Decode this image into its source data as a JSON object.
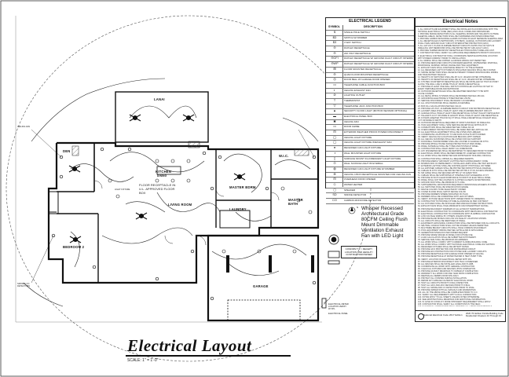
{
  "drawing": {
    "title": "Electrical Layout",
    "scale": "SCALE: 1\" = 1'-0\""
  },
  "rooms": {
    "lanai": "LANAI",
    "den": "DEN",
    "kitchen": "KITCHEN",
    "dining": "DINING",
    "master_bdrm": "MASTER BDRM.",
    "wic": "W.I.C.",
    "master_bath": "MASTER BATH",
    "laundry": "LAUNDRY",
    "living_room": "LIVING ROOM",
    "bedroom_2": "BEDROOM 2",
    "garage": "GARAGE"
  },
  "callouts": {
    "floor_receptacle": "FLOOR RECEPTACLE IN U.L. APPROVED FLOOR BOX",
    "fan_note": "Whisper Recessed Architectural Grade 80CFM Ceiling Flush Mount Dimmable Ventilation Exhaust Fan with LED Light",
    "confirm": "CONFIRM T.V. / RECEPT. LOCATION AND HEIGHT / CONTRACTOR/OWNER",
    "north": "N",
    "light_fixture": "LIGHT FIXTURE",
    "ceiling_fan": "CEILING FAN",
    "elec_meter": "ELECTRICAL METER LOCATION VERIFY W/ FPL",
    "panel": "ELECTRICAL PANEL",
    "smoke": "SMOKE / CO DETECTORS"
  },
  "legend": {
    "title": "ELECTRICAL LEGEND",
    "col_symbol": "SYMBOL",
    "col_description": "DESCRIPTION",
    "rows": [
      {
        "symbol": "$",
        "description": "SINGLE POLE SWITCH"
      },
      {
        "symbol": "$D",
        "description": "SWITCH W/ DIMMER"
      },
      {
        "symbol": "$3",
        "description": "3 WAY SWITCH"
      },
      {
        "symbol": "⊖",
        "description": "DUPLEX RECEPTACLE"
      },
      {
        "symbol": "⊖",
        "description": "220 VOLT RECEPTACLE"
      },
      {
        "symbol": "⊖GFI",
        "description": "DUPLEX RECEPTACLE W/ GROUND FAULT CIRCUIT INTERRUPTER"
      },
      {
        "symbol": "⊖WP",
        "description": "DUPLEX RECEPTACLE W/ GROUND FAULT CIRCUIT INTERRUPTER & WEATHER PROOF"
      },
      {
        "symbol": "⊞",
        "description": "FLOOR MOUNTED RECEPTACLE"
      },
      {
        "symbol": "⊖",
        "description": "QUAD FLOOR MOUNTED RECEPTACLE"
      },
      {
        "symbol": "◎",
        "description": "DOOR BELL W/ GARAGE DOOR OPENER"
      },
      {
        "symbol": "▭",
        "description": "TELEPHONE CABLE JUNCTION BOX"
      },
      {
        "symbol": "◐",
        "description": "CEILING EXHAUST FAN"
      },
      {
        "symbol": "⊘",
        "description": "LIGHTING OUTLET"
      },
      {
        "symbol": "T",
        "description": "THERMOSTAT"
      },
      {
        "symbol": "▽",
        "description": "TELEPHONE JACK JUNCTION BOX"
      },
      {
        "symbol": "▲",
        "description": "SECURITY FLOOD LIGHT (MOTION SENSOR OPTIONAL)"
      },
      {
        "symbol": "▬",
        "description": "ELECTRICAL PANEL BOX"
      },
      {
        "symbol": "✱",
        "description": "CEILING FAN"
      },
      {
        "symbol": "▭",
        "description": "DOOR CHIME"
      },
      {
        "symbol": "⊟",
        "description": "EXTERIOR WEATHER PROOF POWER DISCONNECT"
      },
      {
        "symbol": "◯",
        "description": "CEILING LIGHT FIXTURE"
      },
      {
        "symbol": "◯",
        "description": "CEILING LIGHT FIXTURE W/EXHAUST FAN"
      },
      {
        "symbol": "●",
        "description": "RECESSED CAN LIGHT FIXTURE"
      },
      {
        "symbol": "◑",
        "description": "WALL MOUNTED LIGHT FIXTURE"
      },
      {
        "symbol": "▯",
        "description": "SURFACE MOUNT FLUORESCENT LIGHT FIXTURE"
      },
      {
        "symbol": "⊙",
        "description": "WALL SCONCE LIGHT W/ EYEBALL"
      },
      {
        "symbol": "◍",
        "description": "RECESSED CAN LIGHT FIXTURE W/ DIMMER"
      },
      {
        "symbol": "⊕",
        "description": "CEILING 4 BOX RECEPTACLE MOUNTED FOR CEILING FAN"
      },
      {
        "symbol": "⊟",
        "description": "OVERHEAD DOOR OPENER"
      },
      {
        "symbol": "◇",
        "description": "WATER HEATER"
      },
      {
        "symbol": "▢",
        "description": "SPEAKER"
      },
      {
        "symbol": "SD",
        "description": "SMOKE DETECTOR"
      },
      {
        "symbol": "CO",
        "description": "CARBON MONOXIDE DETECTOR"
      },
      {
        "symbol": "",
        "description": ""
      }
    ]
  },
  "notes": {
    "title": "Electrical Notes",
    "footer_left": "National Electrical Code 2017 Edition",
    "footer_right": "2020 7th Edition Florida Building Code Residential Chapters 34 Through 43",
    "lines": [
      "1. ALL CIRCUITS AND EQUIPMENT SHALL BE INSTALLED IN ACCORDANCE WITH THE",
      "   NATIONAL ELECTRICAL CODE (NEC) AND LOCAL CODES AND ORDINANCES.",
      "2. PROVIDE SMOKE DETECTORS IN ALL SLEEPING ROOMS AND HALLWAYS OUTSIDE",
      "   SLEEPING AREAS. DETECTORS SHALL BE HARDWIRED AND INTERCONNECTED.",
      "3. PROVIDE CARBON MONOXIDE ALARMS OUTSIDE OF EACH SEPARATE SLEEPING AREA.",
      "4. ALL RECEPTACLES IN BATHROOMS, KITCHENS, GARAGE, OUTDOORS AND LAUNDRY",
      "   SHALL HAVE GROUND FAULT CIRCUIT INTERRUPTER PROTECTION (GFCI).",
      "5. ALL 120 VOLT, 15 AND 20 AMPERE BRANCH CIRCUITS SUPPLYING OUTLETS IN",
      "   DWELLING UNIT BEDROOMS SHALL BE PROTECTED BY ARC-FAULT (AFCI).",
      "6. PROVIDE TAMPER RESISTANT RECEPTACLES THROUGHOUT DWELLING UNIT.",
      "7. CONTRACTOR SHALL VERIFY ALL APPLIANCE REQUIREMENTS PRIOR TO ROUGH-IN.",
      "8. ELECTRICAL CONTRACTOR SHALL COORDINATE SERVICE ENTRANCE LOCATION",
      "   WITH POWER COMPANY PRIOR TO INSTALLATION.",
      "9. ALL WIRING SHALL BE COPPER. ALUMINUM WIRING NOT PERMITTED.",
      "10. PROVIDE DEDICATED CIRCUITS FOR REFRIGERATOR, DISHWASHER, DISPOSAL,",
      "    MICROWAVE, WASHER, DRYER, RANGE AND HVAC EQUIPMENT.",
      "11. EXHAUST FANS SHALL DISCHARGE DIRECTLY TO THE EXTERIOR.",
      "12. ALL RECESSED LIGHT FIXTURES IN INSULATED CEILINGS SHALL BE IC RATED.",
      "13. SMOKE DETECTORS SHALL RECEIVE PRIMARY POWER FROM BUILDING WIRING",
      "    AND HAVE BATTERY BACKUP.",
      "14. HEIGHTS OF SWITCHES SHALL BE 48\" A.F.F. UNLESS NOTED OTHERWISE.",
      "15. HEIGHTS OF RECEPTACLES SHALL BE 12\" A.F.F. UNLESS NOTED OTHERWISE.",
      "16. KITCHEN COUNTERTOP RECEPTACLES SHALL BE INSTALLED SO THAT NO POINT",
      "    ALONG THE WALL LINE IS MORE THAN 24\" FROM A RECEPTACLE.",
      "17. PROVIDE AT LEAST ONE WALL SWITCH CONTROLLED LIGHTING OUTLET IN",
      "    EVERY HABITABLE ROOM AND BATHROOM.",
      "18. OUTDOOR RECEPTACLES SHALL BE WEATHER RESISTANT TYPE WITH",
      "    IN-USE COVERS.",
      "19. ALL METAL PIPING SYSTEMS SHALL BE BONDED PER NEC 250.104.",
      "20. GROUNDING ELECTRODE SYSTEM PER NEC 250.50.",
      "21. SERVICE DISCONNECT SHALL BE READILY ACCESSIBLE.",
      "22. ALL JUNCTION BOXES SHALL REMAIN ACCESSIBLE.",
      "23. BOX FILL CALCULATIONS PER NEC 314.16.",
      "24. PROVIDE 125 VOLT, 20 AMPERE BRANCH CIRCUIT FOR BATHROOM RECEPTACLES.",
      "25. LAUNDRY AREA SHALL HAVE AT LEAST ONE 20 AMPERE BRANCH CIRCUIT.",
      "26. GARAGE SHALL HAVE AT LEAST ONE RECEPTACLE OUTLET IN EACH VEHICLE BAY.",
      "27. HALLWAYS 10 FT OR MORE IN LENGTH SHALL HAVE AT LEAST ONE RECEPTACLE.",
      "28. FOYERS GREATER THAN 60 SQ FT SHALL HAVE A RECEPTACLE ON EACH WALL",
      "    3 FT OR MORE IN WIDTH.",
      "29. OUTDOOR RECEPTACLE REQUIRED AT FRONT AND BACK OF DWELLING.",
      "30. HVAC EQUIPMENT SHALL HAVE SERVICE RECEPTACLE WITHIN 25 FT.",
      "31. CONDUCTORS SHALL BE SIZED PER NEC TABLE 310.16.",
      "32. OVERCURRENT PROTECTION SHALL BE SIZED PER NEC ARTICLE 240.",
      "33. ALL ELECTRICAL EQUIPMENT SHALL BE LISTED AND LABELED.",
      "34. COORDINATE LOCATIONS OF TV AND DATA OUTLETS WITH OWNER.",
      "35. VERIFY CEILING FAN LOCATIONS AND BRACING WITH OWNER.",
      "36. ALL CEILING FAN BOXES SHALL BE LISTED FOR FAN SUPPORT.",
      "37. DOOR BELL TRANSFORMER SHALL BE LOCATED IN GARAGE OR ATTIC.",
      "38. PROVIDE WHOLE HOUSE SURGE PROTECTION AT MAIN PANEL.",
      "39. PANEL SCHEDULE SHALL BE TYPED AND POSTED AT PANEL.",
      "40. CONTRACTOR SHALL FIELD VERIFY ALL DIMENSIONS.",
      "41. ANY DISCREPANCIES SHALL BE REPORTED TO DESIGNER PRIOR TO WORK.",
      "42. ELECTRICAL WORK SHALL BE PERFORMED BY LICENSED CONTRACTOR.",
      "43. ALL WORK SHALL BE INSPECTED AND APPROVED BY BUILDING OFFICIAL.",
      "44. CONTRACTOR SHALL OBTAIN ALL REQUIRED PERMITS.",
      "45. PROVIDE ENERGY EFFICIENT LIGHTING PER FLORIDA ENERGY CODE.",
      "46. MINIMUM 90% OF PERMANENTLY INSTALLED LAMPS SHALL BE HIGH EFFICACY.",
      "47. EXTERIOR LIGHTING SHALL BE CONTROLLED BY PHOTOCELL OR TIMER.",
      "48. ALL EXPOSED CABLES SHALL BE PROTECTED FROM PHYSICAL DAMAGE.",
      "49. CABLES IN ATTIC SHALL BE PROTECTED WITHIN 6 FT OF ACCESS OPENING.",
      "50. NM CABLE SHALL BE SECURED WITHIN 12\" OF EVERY BOX.",
      "51. CABLES SHALL BE SUPPORTED AT INTERVALS NOT EXCEEDING 4.5 FT.",
      "52. PROVIDE 30 INCH CLEAR WORKSPACE IN FRONT OF ELECTRICAL PANEL.",
      "53. PANEL SHALL NOT BE LOCATED IN CLOTHES CLOSETS OR BATHROOMS.",
      "54. GROUND ROD SHALL BE MINIMUM 8 FT LONG.",
      "55. SUPPLEMENTAL GROUND ROD REQUIRED IF RESISTANCE EXCEEDS 25 OHMS.",
      "56. ALL SWITCHES SHALL BE SPECIFICATION GRADE.",
      "57. DEVICE COLORS TO BE SELECTED BY OWNER.",
      "58. COVER PLATES SHALL MATCH DEVICE COLOR.",
      "59. PROVIDE DIMMERS WHERE INDICATED ON PLAN.",
      "60. DIMMERS SHALL BE COMPATIBLE WITH LED FIXTURES.",
      "61. VERIFY FIXTURE SELECTIONS WITH OWNER PRIOR TO ORDERING.",
      "62. CONTRACTOR TO PROVIDE FIXTURE ALLOWANCE AS PER CONTRACT.",
      "63. ALL FIXTURES SHALL BE INSTALLED PER MANUFACTURER INSTRUCTIONS.",
      "64. EXHAUST FANS SHALL HAVE MINIMUM 50 CFM INTERMITTENT RATING.",
      "65. PROVIDE BACKDRAFT DAMPERS AT ALL EXHAUST TERMINATIONS.",
      "66. ELECTRICAL CONTRACTOR TO COORDINATE WITH MECHANICAL CONTRACTOR.",
      "67. ELECTRICAL CONTRACTOR TO COORDINATE WITH PLUMBING CONTRACTOR.",
      "68. LOW VOLTAGE WIRING BY OTHERS UNLESS NOTED.",
      "69. PROVIDE BLANK BOXES FOR LOW VOLTAGE AT LOCATIONS SHOWN.",
      "70. ALL CIRCUITS SHALL BE IDENTIFIED AT PANEL.",
      "71. EQUIPMENT GROUNDING CONDUCTORS SHALL BE PROVIDED FOR ALL CIRCUITS.",
      "72. NEUTRAL CONDUCTORS SHALL NOT BE SHARED UNLESS PERMITTED.",
      "73. MULTIWIRE BRANCH CIRCUITS SHALL HAVE COMMON DISCONNECT.",
      "74. POOL EQUIPMENT WIRING PER NEC ARTICLE 680 IF APPLICABLE.",
      "75. GENERATOR INTERLOCK PER OWNER REQUEST.",
      "76. PROVIDE SPARE SPACES IN PANEL FOR FUTURE USE.",
      "77. LOAD CALCULATION SHALL BE SUBMITTED WITH PERMIT.",
      "78. SERVICE SIZE SHALL BE MINIMUM 200 AMPERES.",
      "79. ALL WORK SHALL COMPLY WITH CURRENT FLORIDA BUILDING CODE.",
      "80. ALL WORK SHALL COMPLY WITH NATIONAL ELECTRICAL CODE 2017 EDITION.",
      "81. RECESSED FIXTURES SHALL BE AIRTIGHT RATED.",
      "82. PROVIDE GFCI PROTECTION FOR DISHWASHER CIRCUIT.",
      "83. PROVIDE AFCI PROTECTION FOR KITCHEN AND LAUNDRY CIRCUITS.",
      "84. PROVIDE RECEPTACLE FOR GARAGE DOOR OPENER AT CEILING.",
      "85. PROVIDE RECEPTACLE AT WATER HEATER IF HEAT PUMP TYPE.",
      "86. VERIFY LOCATION OF ELECTRICAL METER WITH FPL.",
      "87. PROVIDE EXTERIOR DISCONNECT FOR HVAC CONDENSER.",
      "88. ALL DEVICES SHALL BE INSTALLED LEVEL AND PLUMB.",
      "89. COORDINATE ALL WORK WITH GENERAL CONTRACTOR.",
      "90. CLEAN ALL FIXTURES AND DEVICES UPON COMPLETION.",
      "91. PROVIDE AS-BUILT DRAWINGS TO OWNER AT COMPLETION.",
      "92. WARRANTY ALL WORK FOR ONE YEAR FROM COMPLETION.",
      "93. REMOVE ALL DEBRIS FROM SITE DAILY.",
      "94. PROTECT ALL FINISHES DURING INSTALLATION.",
      "95. REPAIR ANY DAMAGE CAUSED BY ELECTRICAL WORK.",
      "96. TEST ALL CIRCUITS PRIOR TO FINAL INSPECTION.",
      "97. TEST ALL GFCI AND AFCI DEVICES PRIOR TO FINAL.",
      "98. TEST ALL SMOKE AND CO DETECTORS PRIOR TO FINAL.",
      "99. PROVIDE OWNER WITH ALL MANUALS AND WARRANTIES.",
      "100. ALL OF THE ABOVE SHALL BE COMPLETED PRIOR TO C.O.",
      "101. VERIFY ALL REQUIREMENTS WITH LOCAL JURISDICTION.",
      "102. NOTES APPLY TO ALL SHEETS UNLESS NOTED OTHERWISE.",
      "103. SEE ARCHITECTURAL DRAWINGS FOR ADDITIONAL INFORMATION.",
      "104. IN CASE OF CONFLICT, MORE STRINGENT REQUIREMENT SHALL APPLY.",
      "105. CONTRACTOR SHALL VERIFY ALL CONDITIONS IN THE FIELD.",
      "106. ELECTRICAL CONTRACTOR SHALL PROVIDE ALL LABOR AND MATERIALS."
    ]
  }
}
